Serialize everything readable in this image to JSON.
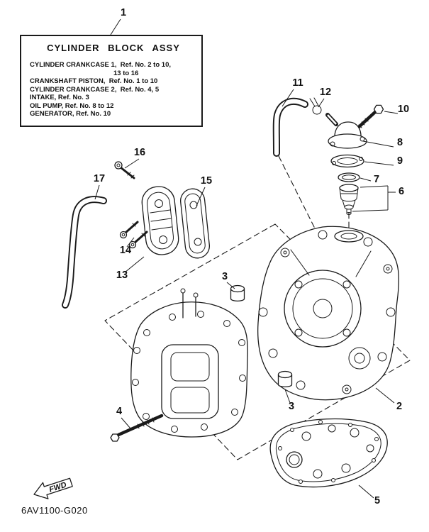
{
  "title_box": {
    "title": "CYLINDER BLOCK ASSY",
    "lines": [
      "CYLINDER CRANKCASE 1,  Ref. No. 2 to 10,",
      "13 to 16",
      "CRANKSHAFT PISTON,  Ref. No. 1 to 10",
      "CYLINDER CRANKCASE 2,  Ref. No. 4, 5",
      "INTAKE, Ref. No. 3",
      "OIL PUMP, Ref. No. 8 to 12",
      "GENERATOR, Ref. No. 10"
    ]
  },
  "callouts": [
    {
      "label": "1"
    },
    {
      "label": "2"
    },
    {
      "label": "3"
    },
    {
      "label": "3"
    },
    {
      "label": "4"
    },
    {
      "label": "5"
    },
    {
      "label": "6"
    },
    {
      "label": "7"
    },
    {
      "label": "8"
    },
    {
      "label": "9"
    },
    {
      "label": "10"
    },
    {
      "label": "11"
    },
    {
      "label": "12"
    },
    {
      "label": "13"
    },
    {
      "label": "14"
    },
    {
      "label": "15"
    },
    {
      "label": "16"
    },
    {
      "label": "17"
    }
  ],
  "footer": {
    "fwd": "FWD",
    "code": "6AV1100-G020"
  },
  "colors": {
    "line": "#1a1a1a",
    "paper": "#ffffff"
  }
}
